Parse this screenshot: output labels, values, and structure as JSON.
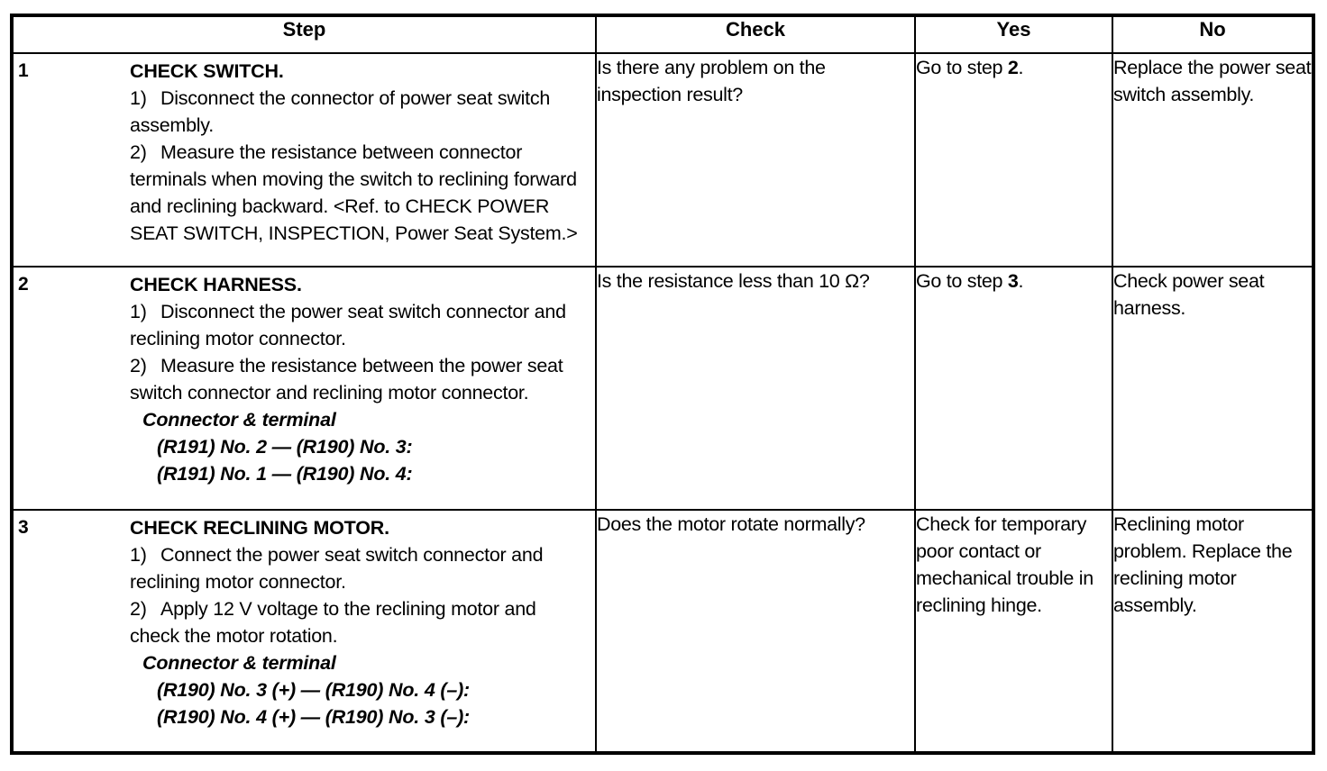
{
  "table": {
    "headers": {
      "step": "Step",
      "check": "Check",
      "yes": "Yes",
      "no": "No"
    },
    "rows": [
      {
        "number": "1",
        "title": "CHECK SWITCH.",
        "paragraphs": [
          {
            "lead": "1)",
            "text": "Disconnect the connector of power seat switch assembly."
          },
          {
            "lead": "2)",
            "text": "Measure the resistance between connector terminals when moving the switch to reclining forward and reclining backward. <Ref. to CHECK POWER SEAT SWITCH, INSPECTION, Power Seat System.>"
          }
        ],
        "connector_heading": "",
        "connector_lines": [],
        "check": "Is there any problem on the inspection result?",
        "yes_prefix": "Go to step ",
        "yes_bold": "2",
        "yes_suffix": ".",
        "no": "Replace the power seat switch assembly."
      },
      {
        "number": "2",
        "title": "CHECK HARNESS.",
        "paragraphs": [
          {
            "lead": "1)",
            "text": "Disconnect the power seat switch connector and reclining motor connector."
          },
          {
            "lead": "2)",
            "text": "Measure the resistance between the power seat switch connector and reclining motor connector."
          }
        ],
        "connector_heading": "Connector & terminal",
        "connector_lines": [
          "(R191) No. 2 — (R190) No. 3:",
          "(R191) No. 1 — (R190) No. 4:"
        ],
        "check": "Is the resistance less than 10 Ω?",
        "yes_prefix": "Go to step ",
        "yes_bold": "3",
        "yes_suffix": ".",
        "no": "Check power seat harness."
      },
      {
        "number": "3",
        "title": "CHECK RECLINING MOTOR.",
        "paragraphs": [
          {
            "lead": "1)",
            "text": "Connect the power seat switch connector and reclining motor connector."
          },
          {
            "lead": "2)",
            "text": "Apply 12 V voltage to the reclining motor and check the motor rotation."
          }
        ],
        "connector_heading": "Connector & terminal",
        "connector_lines": [
          "(R190) No. 3 (+) — (R190) No. 4 (–):",
          "(R190) No. 4 (+) — (R190) No. 3 (–):"
        ],
        "check": "Does the motor rotate normally?",
        "yes_prefix": "Check for temporary poor contact or mechanical trouble in reclining hinge.",
        "yes_bold": "",
        "yes_suffix": "",
        "no": "Reclining motor problem. Replace the reclining motor assembly."
      }
    ]
  },
  "colors": {
    "border": "#000000",
    "background": "#ffffff",
    "text": "#000000"
  }
}
